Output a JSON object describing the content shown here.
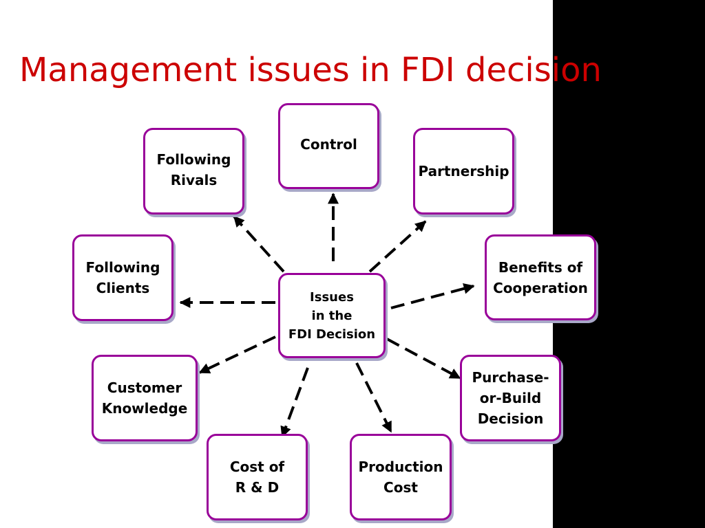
{
  "slide": {
    "title": "Management issues in FDI decision",
    "colors": {
      "title": "#cc0000",
      "box_border": "#990099",
      "arrow": "#000000",
      "side_panel": "#000000"
    }
  },
  "diagram": {
    "center": "Issues\nin the\nFDI Decision",
    "issues": {
      "control": "Control",
      "partnership": "Partnership",
      "benefits": "Benefits of\nCooperation",
      "purchase_build": "Purchase-\nor-Build\nDecision",
      "production_cost": "Production\nCost",
      "rd_cost": "Cost of\nR & D",
      "customer_knowledge": "Customer\nKnowledge",
      "following_clients": "Following\nClients",
      "following_rivals": "Following\nRivals"
    }
  }
}
